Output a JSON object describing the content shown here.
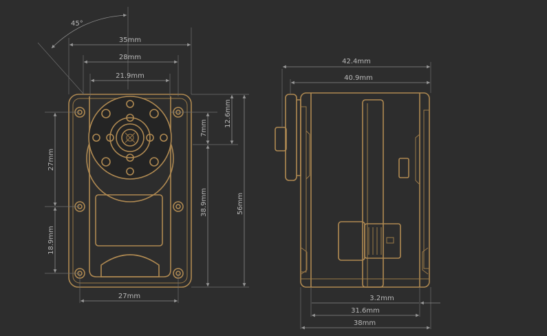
{
  "front_view": {
    "angle": "45°",
    "dim_width_35": "35mm",
    "dim_width_28": "28mm",
    "dim_horn_21_9": "21.9mm",
    "dim_side_27": "27mm",
    "dim_side_18_9": "18.9mm",
    "dim_bottom_27": "27mm",
    "dim_7": "7mm",
    "dim_12_6": "12.6mm",
    "dim_38_9": "38.9mm",
    "dim_56": "56mm"
  },
  "side_view": {
    "dim_42_4": "42.4mm",
    "dim_40_9": "40.9mm",
    "dim_3_2": "3.2mm",
    "dim_31_6": "31.6mm",
    "dim_38": "38mm"
  },
  "colors": {
    "background": "#2d2d2d",
    "part_outline": "#b08a52",
    "dimension_line": "#8c8c8c",
    "label_text": "#b9b9b9"
  }
}
